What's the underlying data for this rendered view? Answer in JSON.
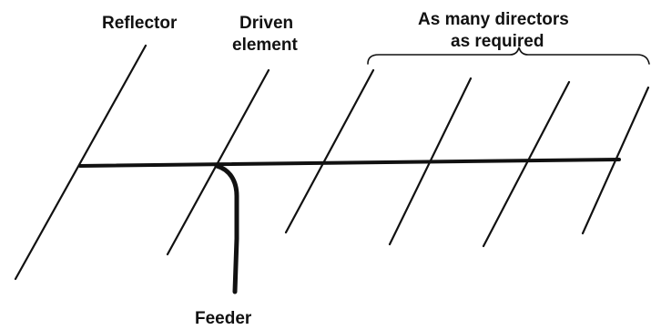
{
  "labels": {
    "reflector": "Reflector",
    "driven_line1": "Driven",
    "driven_line2": "element",
    "directors_line1": "As many directors",
    "directors_line2": "as required",
    "feeder": "Feeder"
  },
  "colors": {
    "ink": "#111111",
    "background": "#ffffff"
  }
}
